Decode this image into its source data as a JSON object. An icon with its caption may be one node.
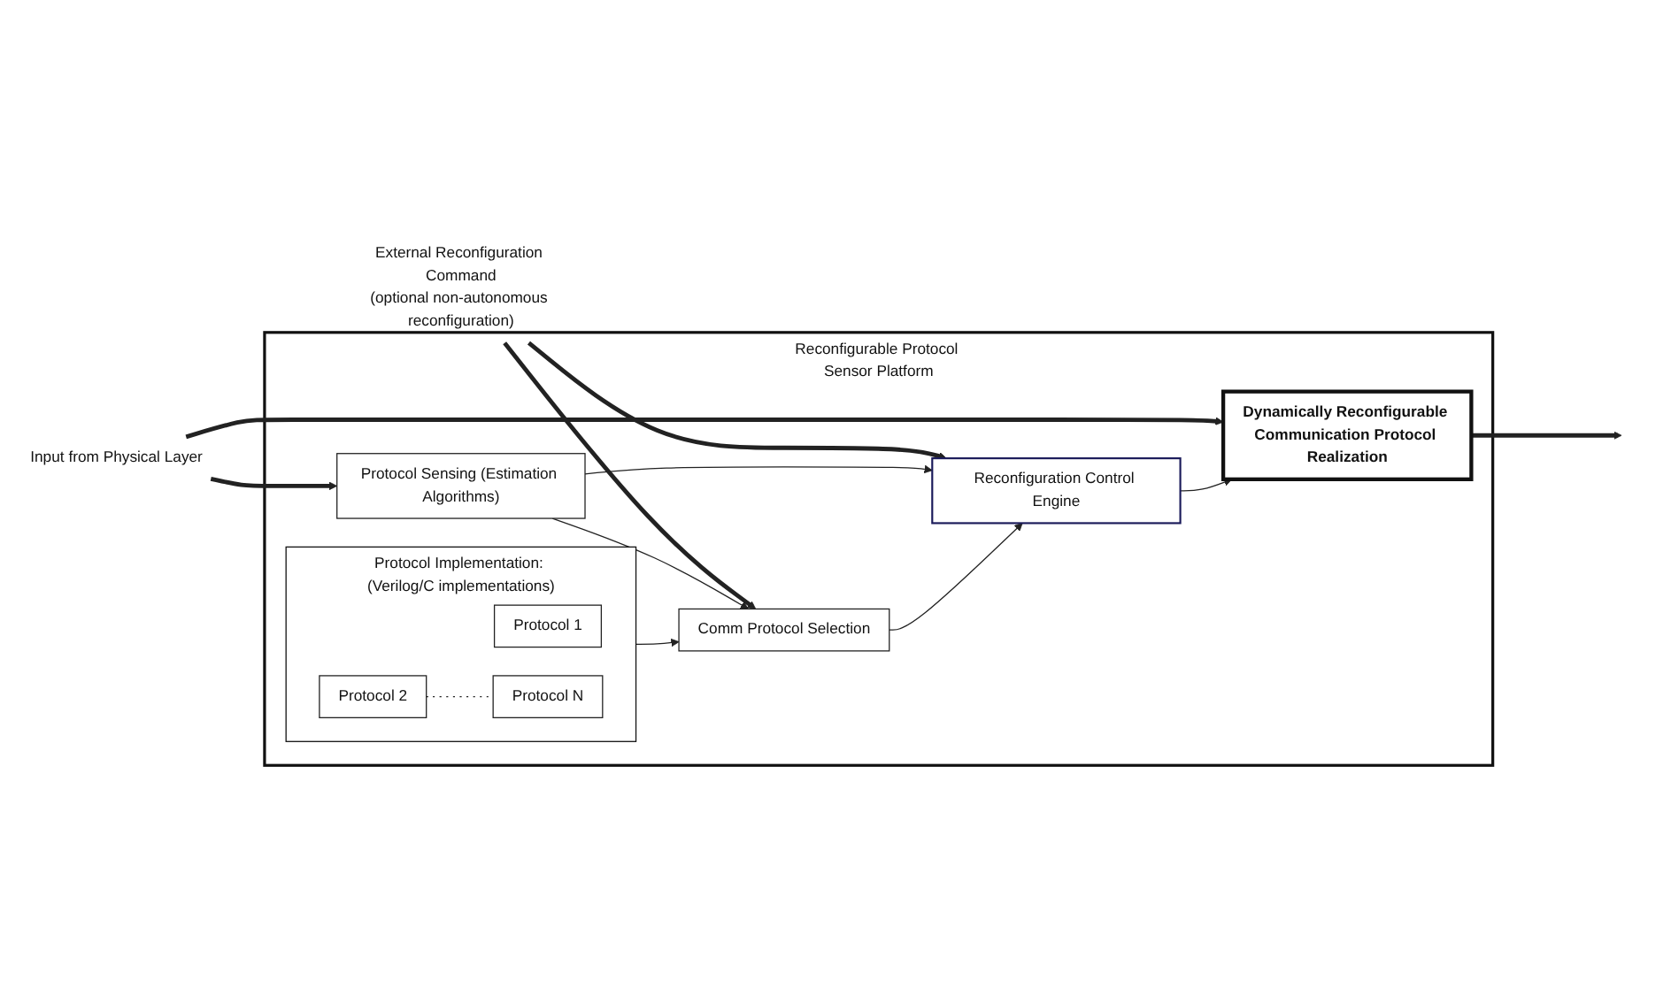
{
  "diagram": {
    "nodes": [
      {
        "text": [
          "Reconfigurable Protocol Sensor Platform"
        ]
      },
      {
        "text": [
          "Input from Physical Layer"
        ]
      },
      {
        "text": [
          "External Reconfiguration Command",
          "(optional non-autonomous reconfiguration)"
        ]
      },
      {
        "text": [
          "Dynamically Reconfigurable Communication Protocol Realization"
        ],
        "in": 0
      },
      {
        "text": [
          "Protocol Sensing (Estimation Algorithms)"
        ],
        "in": 0
      },
      {
        "text": [
          "Reconfiguration Control Engine"
        ],
        "in": 0
      },
      {
        "text": [
          "Comm Protocol Selection"
        ],
        "in": 0
      },
      {
        "text": [
          "Protocol Implementation: (Verilog/C implementations)"
        ],
        "in": 0
      },
      {
        "text": [
          "Protocol 1"
        ],
        "in": 7
      },
      {
        "text": [
          "Protocol 2"
        ],
        "in": 7
      },
      {
        "text": [
          "Protocol N"
        ],
        "in": 7
      }
    ],
    "edges": [
      {
        "from": 1,
        "to": 3,
        "arrow": "to",
        "style": "thick"
      },
      {
        "from": 1,
        "to": 4,
        "arrow": "to",
        "style": "thick"
      },
      {
        "from": 2,
        "to": 5,
        "arrow": "to",
        "style": "thick"
      },
      {
        "from": 2,
        "to": 6,
        "arrow": "to",
        "style": "thick"
      },
      {
        "from": 3,
        "to": null,
        "arrow": "to",
        "style": "thick"
      },
      {
        "from": 4,
        "to": 5,
        "arrow": "to"
      },
      {
        "from": 4,
        "to": 6,
        "arrow": "to"
      },
      {
        "from": 6,
        "to": 5,
        "arrow": "to"
      },
      {
        "from": 5,
        "to": 3,
        "arrow": "to"
      },
      {
        "from": 7,
        "to": 6,
        "arrow": "to"
      },
      {
        "from": 9,
        "to": 10,
        "arrow": "none",
        "style": "dashed"
      }
    ]
  }
}
